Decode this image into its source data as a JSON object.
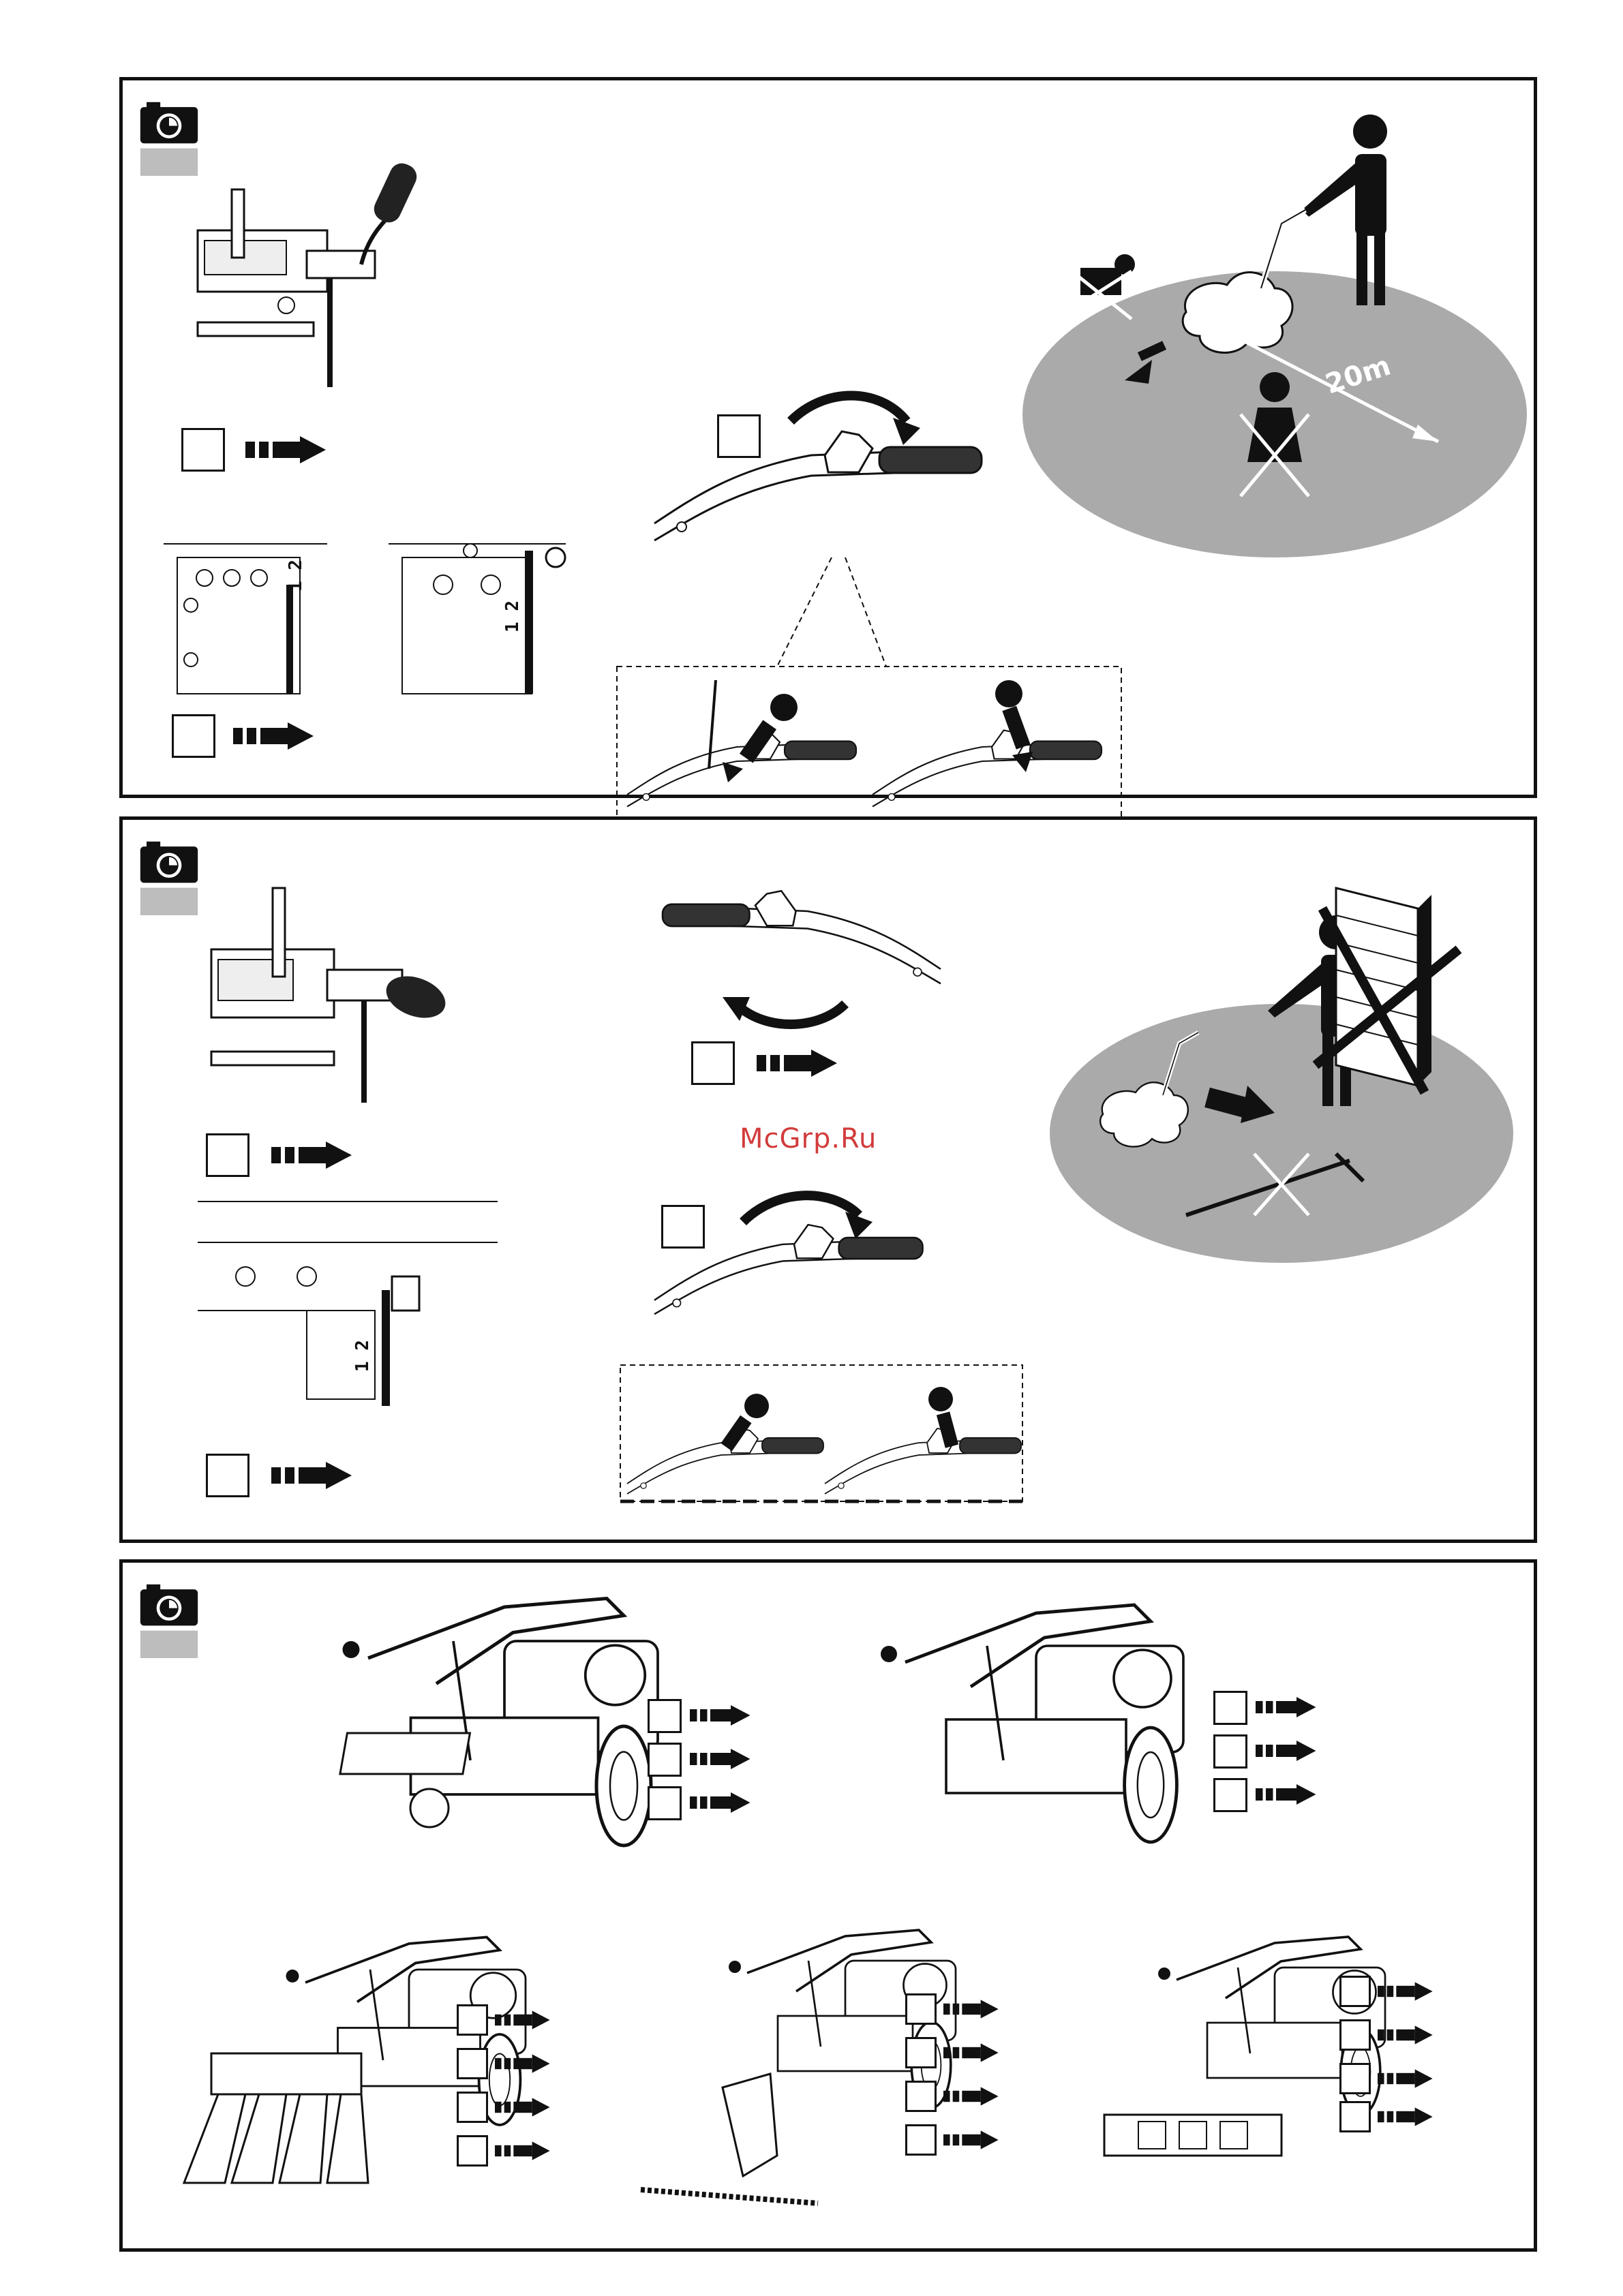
{
  "watermark": "McGrp.Ru",
  "panel1": {
    "distance_label": "20m",
    "hole_labels": [
      "1 2",
      "1 2"
    ]
  },
  "panel2": {
    "hole_label": "1 2"
  },
  "icons": {
    "camera": "camera-icon",
    "arrow": "dashed-right-arrow-icon",
    "step_box": "empty-step-box"
  }
}
